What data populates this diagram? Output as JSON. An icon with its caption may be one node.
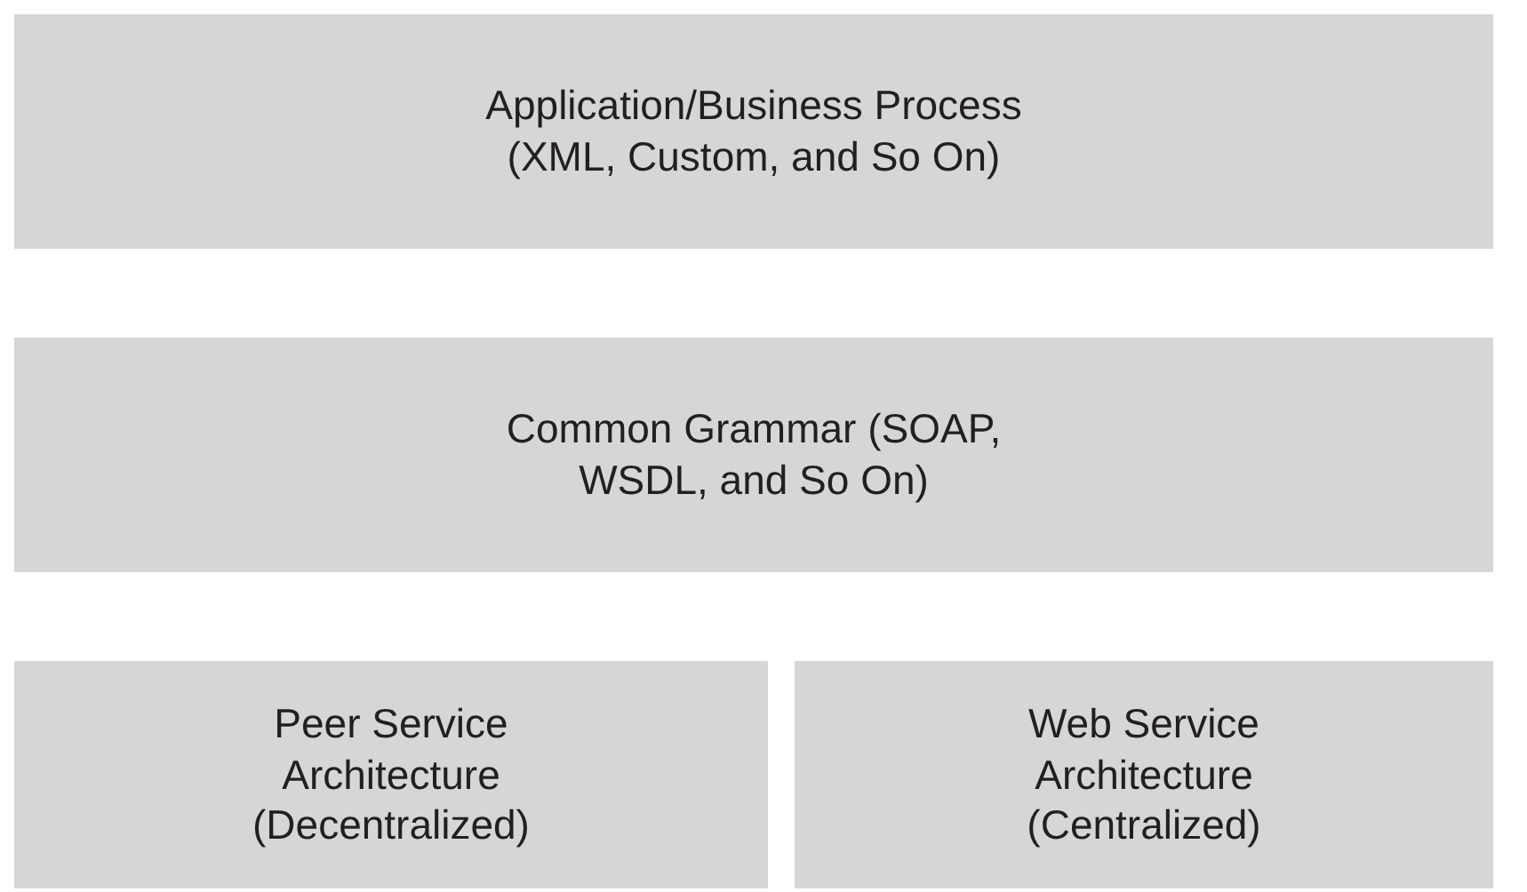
{
  "diagram": {
    "nodes": [
      {
        "text": [
          "Application/Business Process (XML, Custom, and So On)"
        ]
      },
      {
        "text": [
          "Common Grammar (SOAP, WSDL, and So On)"
        ]
      },
      {
        "text": [
          "Peer Service Architecture (Decentralized)"
        ]
      },
      {
        "text": [
          "Web Service Architecture (Centralized)"
        ]
      }
    ]
  }
}
